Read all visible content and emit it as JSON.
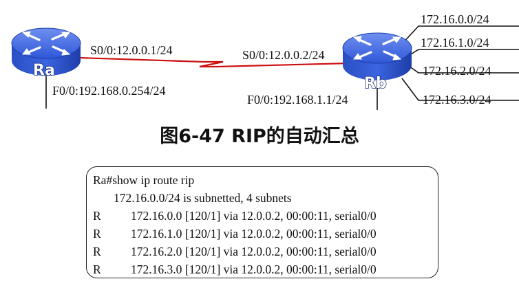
{
  "routers": {
    "ra": {
      "label": "Ra"
    },
    "rb": {
      "label": "Rb"
    }
  },
  "links": {
    "serial_ra": "S0/0:12.0.0.1/24",
    "serial_rb": "S0/0:12.0.0.2/24",
    "lan_ra": "F0/0:192.168.0.254/24",
    "lan_rb": "F0/0:192.168.1.1/24"
  },
  "rb_networks": [
    "172.16.0.0/24",
    "172.16.1.0/24",
    "172.16.2.0/24",
    "172.16.3.0/24"
  ],
  "caption": "图6-47  RIP的自动汇总",
  "cli": {
    "command": "Ra#show ip route rip",
    "summary": "172.16.0.0/24 is subnetted, 4 subnets",
    "routes": [
      {
        "code": "R",
        "text": "172.16.0.0 [120/1] via 12.0.0.2, 00:00:11, serial0/0"
      },
      {
        "code": "R",
        "text": "172.16.1.0 [120/1] via 12.0.0.2, 00:00:11, serial0/0"
      },
      {
        "code": "R",
        "text": "172.16.2.0 [120/1] via 12.0.0.2, 00:00:11, serial0/0"
      },
      {
        "code": "R",
        "text": "172.16.3.0 [120/1] via 12.0.0.2, 00:00:11, serial0/0"
      }
    ]
  },
  "colors": {
    "router_body": "#2f58d8",
    "router_side": "#1d3da8",
    "serial_link": "#cc1111"
  }
}
